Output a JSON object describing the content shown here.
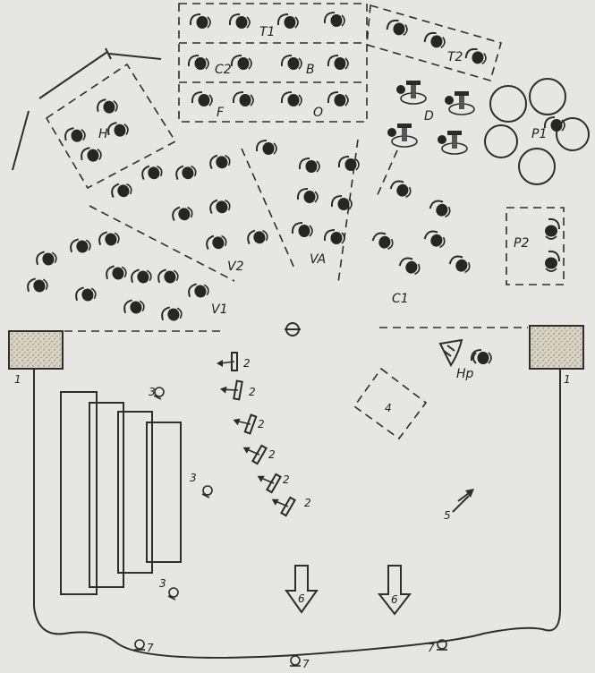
{
  "labels": {
    "T1": "T1",
    "T2": "T2",
    "C2": "C2",
    "B": "B",
    "F": "F",
    "O": "O",
    "D": "D",
    "H": "H",
    "P1": "P1",
    "P2": "P2",
    "V2": "V2",
    "VA": "VA",
    "V1": "V1",
    "C1": "C1",
    "Hp": "Hp"
  },
  "numbers": {
    "platform_left": "1",
    "platform_right": "1",
    "mic": "2",
    "spot": "3",
    "box": "4",
    "camera": "5",
    "arrow": "6",
    "front": "7"
  }
}
